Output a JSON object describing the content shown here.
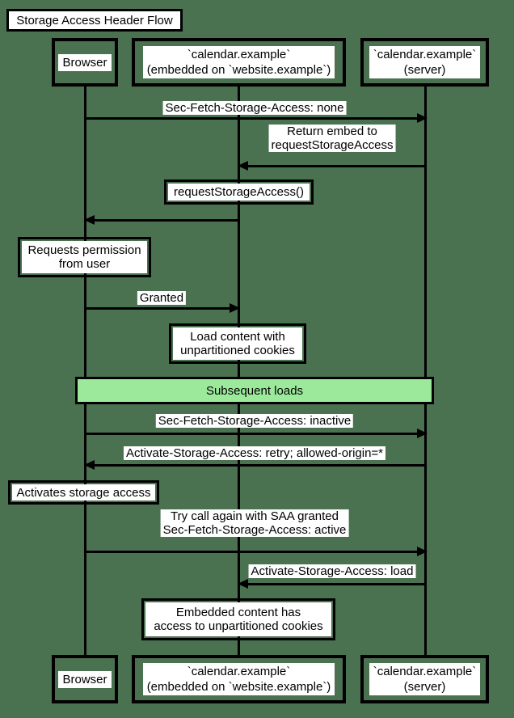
{
  "colors": {
    "background": "#4a7150",
    "divider_fill": "#9ce99c",
    "note_fill": "#ffffff",
    "line": "#000000"
  },
  "diagram": {
    "title": "Storage Access Header Flow",
    "actors": {
      "browser": {
        "label": "Browser"
      },
      "embedded": {
        "line1": "`calendar.example`",
        "line2": "(embedded on `website.example`)"
      },
      "server": {
        "line1": "`calendar.example`",
        "line2": "(server)"
      }
    },
    "messages": {
      "m1": {
        "text": "Sec-Fetch-Storage-Access: none",
        "from": "browser",
        "to": "server",
        "direction": "right"
      },
      "m2": {
        "line1": "Return embed to",
        "line2": "requestStorageAccess",
        "from": "server",
        "to": "embedded",
        "direction": "left"
      },
      "m3": {
        "text": "",
        "from": "embedded",
        "to": "browser",
        "direction": "left"
      },
      "m4": {
        "text": "Granted",
        "from": "browser",
        "to": "embedded",
        "direction": "right"
      },
      "m5": {
        "text": "Sec-Fetch-Storage-Access: inactive",
        "from": "browser",
        "to": "server",
        "direction": "right"
      },
      "m6": {
        "text": "Activate-Storage-Access: retry; allowed-origin=*",
        "from": "server",
        "to": "browser",
        "direction": "left"
      },
      "m7": {
        "line1": "Try call again with SAA granted",
        "line2": "Sec-Fetch-Storage-Access: active",
        "from": "browser",
        "to": "server",
        "direction": "right"
      },
      "m8": {
        "text": "Activate-Storage-Access: load",
        "from": "server",
        "to": "embedded",
        "direction": "left"
      }
    },
    "notes": {
      "n1": {
        "text": "requestStorageAccess()",
        "over": "embedded"
      },
      "n2": {
        "line1": "Requests permission",
        "line2": "from user",
        "over": "browser"
      },
      "n3": {
        "line1": "Load content with",
        "line2": "unpartitioned cookies",
        "over": "embedded"
      },
      "n4": {
        "text": "Activates storage access",
        "over": "browser"
      },
      "n5": {
        "line1": "Embedded content has",
        "line2": "access to unpartitioned cookies",
        "over": "embedded"
      }
    },
    "divider": {
      "label": "Subsequent loads"
    }
  }
}
